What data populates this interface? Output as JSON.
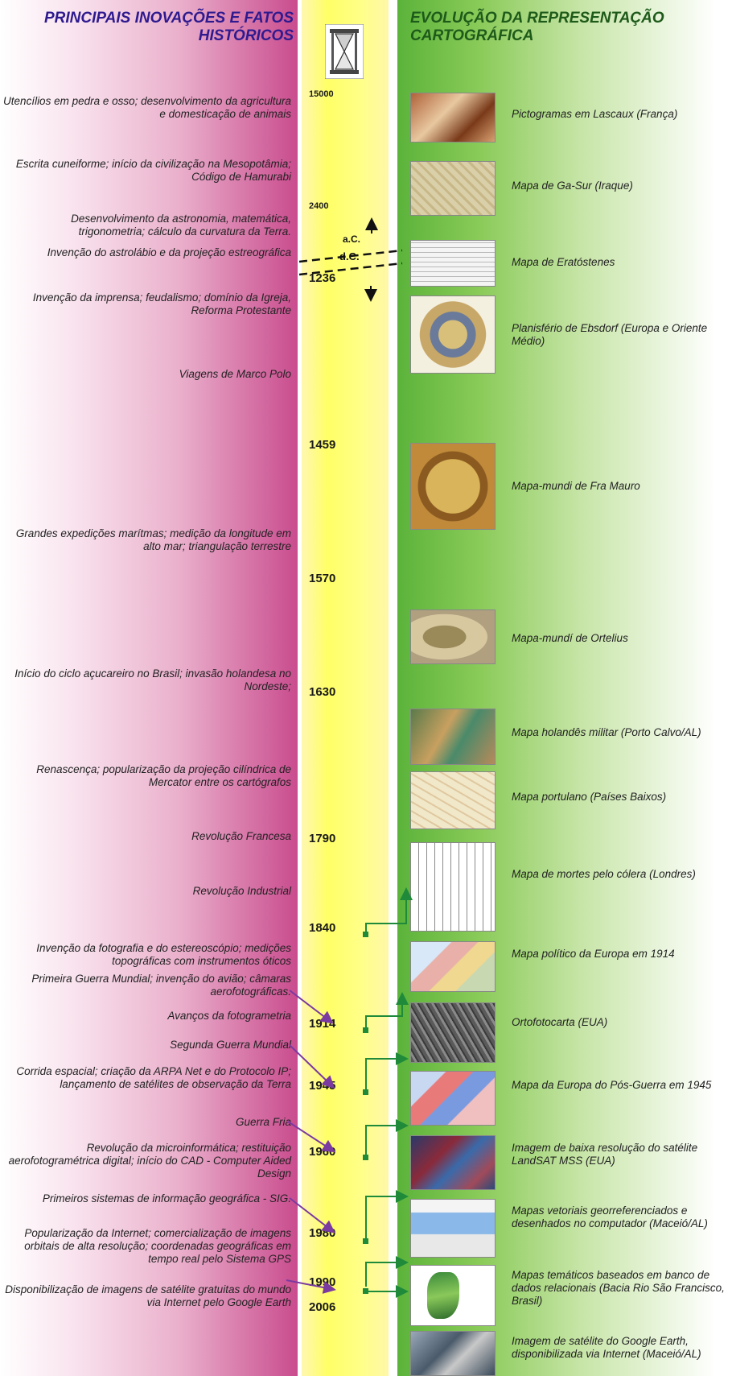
{
  "headers": {
    "left": "PRINCIPAIS INOVAÇÕES E FATOS HISTÓRICOS",
    "right": "EVOLUÇÃO DA REPRESENTAÇÃO CARTOGRÁFICA"
  },
  "era": {
    "before": "a.C.",
    "after": "d.C."
  },
  "years": [
    "15000",
    "2400",
    "1236",
    "1459",
    "1570",
    "1630",
    "1790",
    "1840",
    "1914",
    "1945",
    "1960",
    "1980",
    "1990",
    "2006"
  ],
  "events": [
    "Utencílios em pedra e osso; desenvolvimento da agricultura e domesticação de animais",
    "Escrita cuneiforme; início da civilização na Mesopotâmia; Código de Hamurabi",
    "Desenvolvimento da astronomia, matemática, trigonometria; cálculo da curvatura da Terra.",
    "Invenção do astrolábio e da projeção estreográfica",
    "Invenção da imprensa; feudalismo; domínio da Igreja, Reforma Protestante",
    "Viagens de Marco Polo",
    "Grandes expedições marítmas; medição da longitude em alto mar; triangulação terrestre",
    "Início do ciclo açucareiro no Brasil; invasão holandesa no Nordeste;",
    "Renascença; popularização da projeção cilíndrica de Mercator entre os cartógrafos",
    "Revolução Francesa",
    "Revolução Industrial",
    "Invenção da fotografia e do estereoscópio; medições topográficas com instrumentos óticos",
    "Primeira Guerra Mundial; invenção do avião; câmaras aerofotográficas.",
    "Avanços da fotogrametria",
    "Segunda Guerra Mundial",
    "Corrida espacial; criação da ARPA Net e do Protocolo IP; lançamento de satélites de observação da Terra",
    "Guerra Fria",
    "Revolução da microinformática; restituição aerofotogramétrica digital; início do CAD - Computer Aided Design",
    "Primeiros sistemas de informação geográfica - SIG.",
    "Popularização da Internet; comercialização de imagens orbitais de alta resolução; coordenadas geográficas em tempo real pelo Sistema GPS",
    "Disponibilização de imagens de satélite gratuitas do mundo via Internet pelo Google Earth"
  ],
  "maps": [
    "Pictogramas em Lascaux (França)",
    "Mapa de Ga-Sur (Iraque)",
    "Mapa de Eratóstenes",
    "Planisfério de Ebsdorf (Europa e Oriente Médio)",
    "Mapa-mundi de Fra Mauro",
    "Mapa-mundí de Ortelius",
    "Mapa holandês militar (Porto Calvo/AL)",
    "Mapa portulano (Países Baixos)",
    "Mapa de mortes pelo cólera (Londres)",
    "Mapa político da Europa em 1914",
    "Ortofotocarta (EUA)",
    "Mapa da Europa do Pós-Guerra em 1945",
    "Imagem de baixa resolução do satélite LandSAT MSS (EUA)",
    "Mapas vetoriais georreferenciados e desenhados no computador (Maceió/AL)",
    "Mapas temáticos baseados em banco de dados relacionais (Bacia Rio São Francisco, Brasil)",
    "Imagem de satélite do Google Earth, disponibilizada via Internet (Maceió/AL)"
  ],
  "colors": {
    "left_accent": "#c94c8e",
    "mid_accent": "#ffff66",
    "right_accent": "#5bb33a",
    "connector_green": "#1e8a3a",
    "connector_purple": "#7a3aa0",
    "header_left": "#2e1a8f",
    "header_right": "#1e5a1a"
  },
  "icons": {
    "timeline_top": "hourglass-icon"
  }
}
